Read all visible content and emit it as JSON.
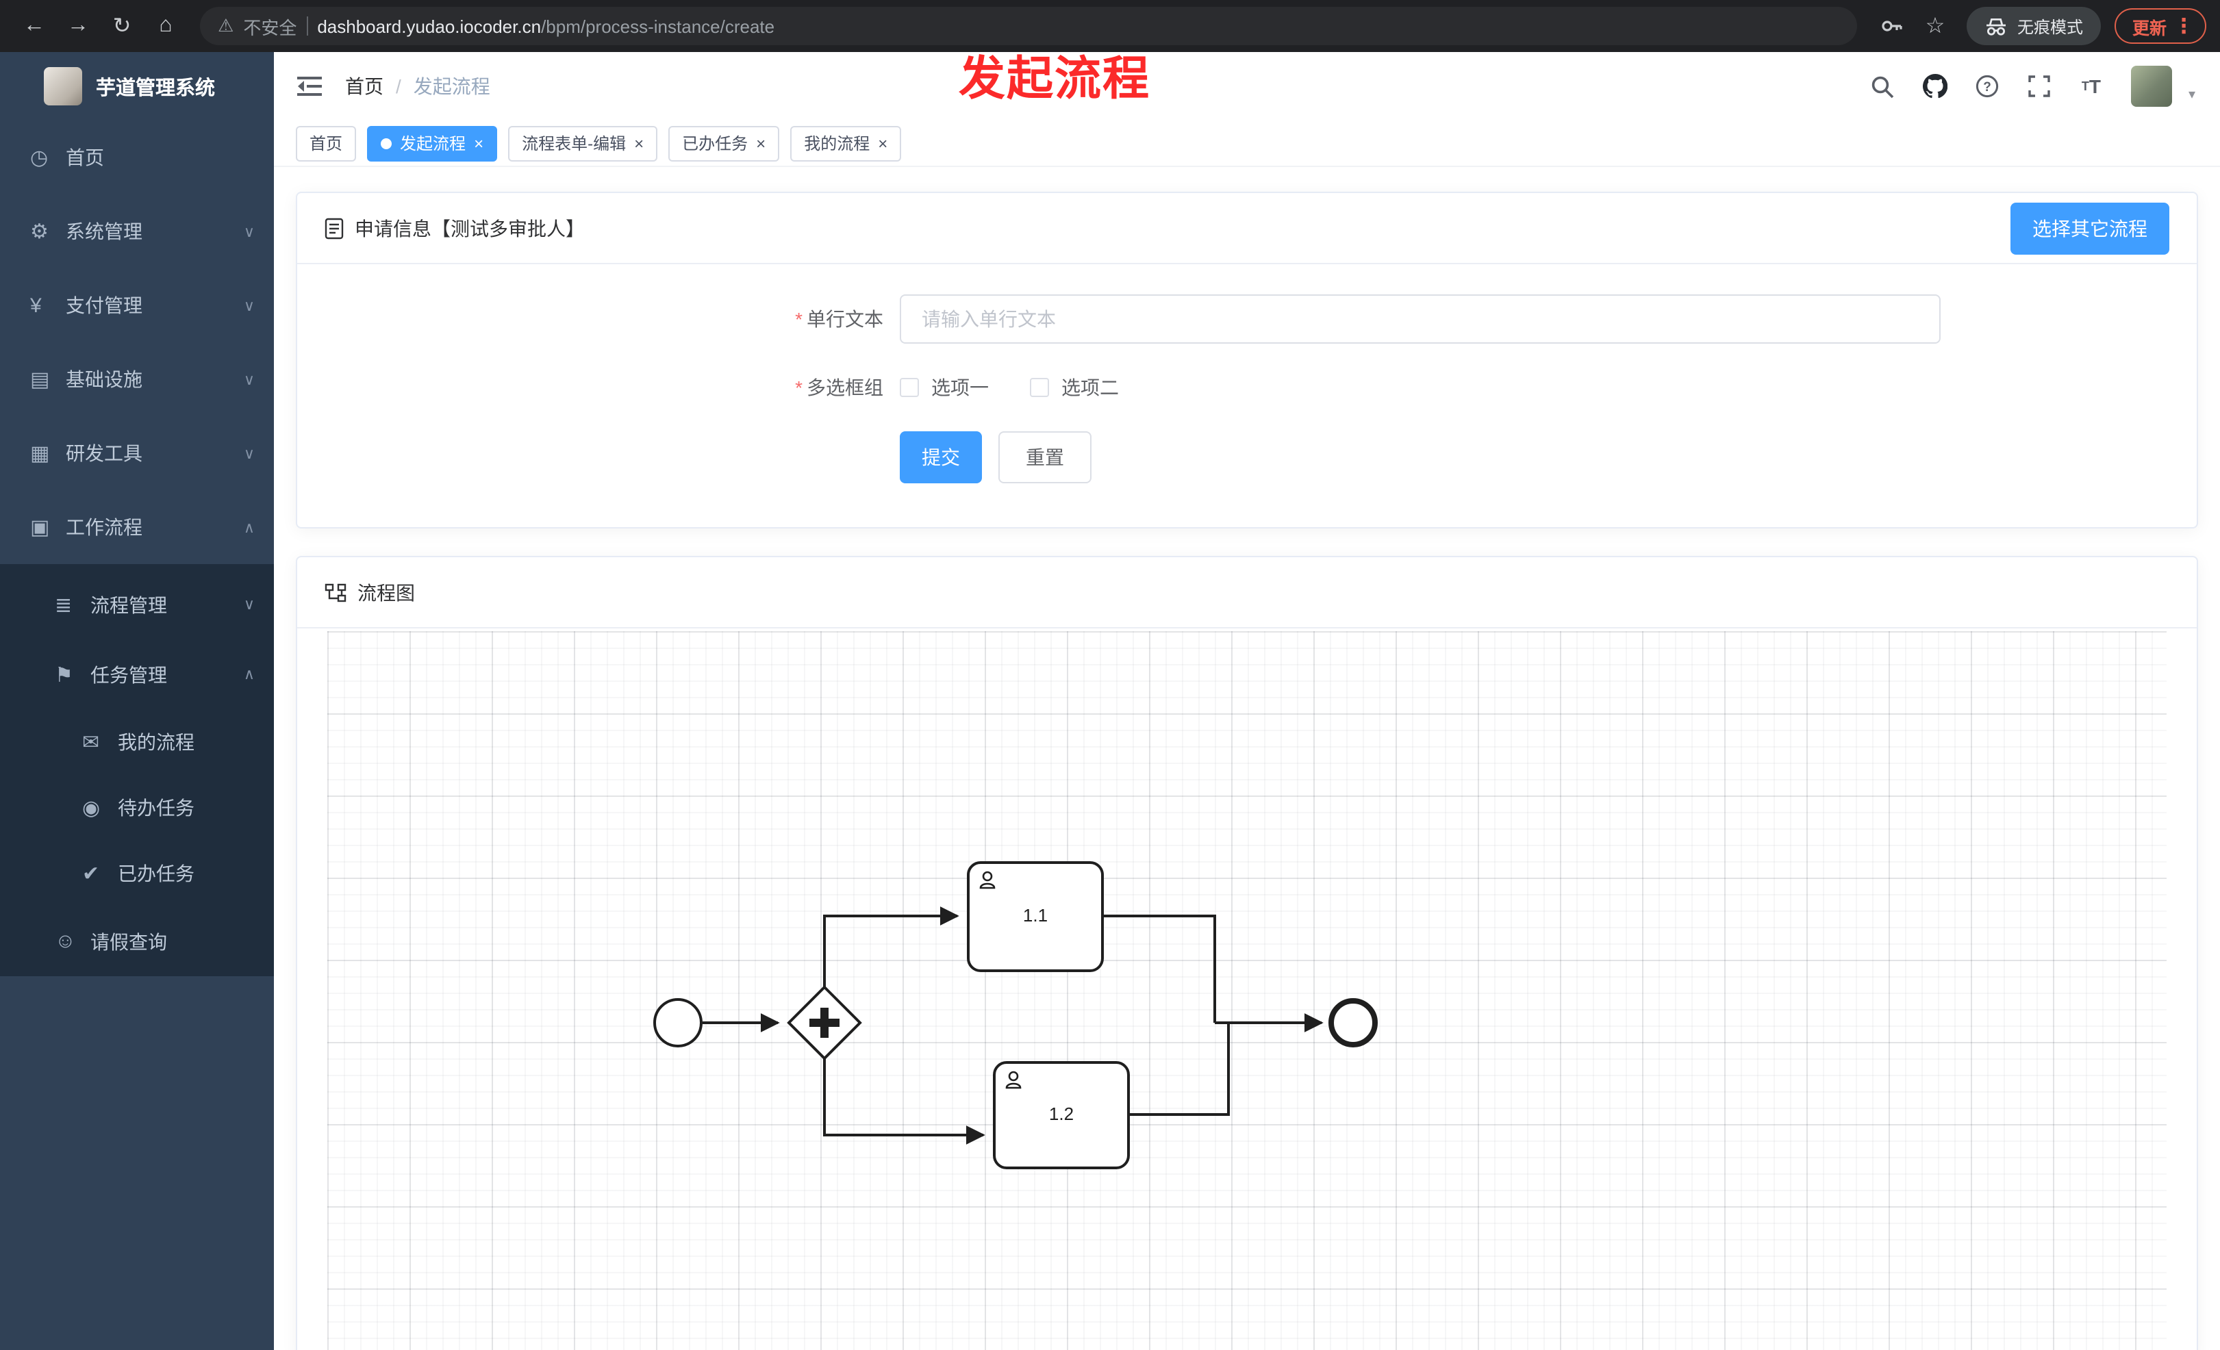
{
  "browser": {
    "security_label": "不安全",
    "url_host": "dashboard.yudao.iocoder.cn",
    "url_path": "/bpm/process-instance/create",
    "incognito_label": "无痕模式",
    "update_label": "更新"
  },
  "annotation_text": "发起流程",
  "sidebar": {
    "logo_title": "芋道管理系统",
    "items": [
      {
        "label": "首页",
        "icon": "dashboard-icon"
      },
      {
        "label": "系统管理",
        "icon": "gear-icon",
        "chevron": "down"
      },
      {
        "label": "支付管理",
        "icon": "yen-icon",
        "chevron": "down"
      },
      {
        "label": "基础设施",
        "icon": "monitor-icon",
        "chevron": "down"
      },
      {
        "label": "研发工具",
        "icon": "tools-icon",
        "chevron": "down"
      },
      {
        "label": "工作流程",
        "icon": "workflow-icon",
        "chevron": "up"
      },
      {
        "label": "流程管理",
        "icon": "list-icon",
        "chevron": "down"
      },
      {
        "label": "任务管理",
        "icon": "flag-icon",
        "chevron": "up"
      },
      {
        "label": "我的流程",
        "icon": "message-icon"
      },
      {
        "label": "待办任务",
        "icon": "eye-icon"
      },
      {
        "label": "已办任务",
        "icon": "check-icon"
      },
      {
        "label": "请假查询",
        "icon": "user-icon"
      }
    ]
  },
  "breadcrumb": {
    "home": "首页",
    "current": "发起流程"
  },
  "tabs": [
    {
      "label": "首页",
      "active": false,
      "closable": false
    },
    {
      "label": "发起流程",
      "active": true,
      "closable": true
    },
    {
      "label": "流程表单-编辑",
      "active": false,
      "closable": true
    },
    {
      "label": "已办任务",
      "active": false,
      "closable": true
    },
    {
      "label": "我的流程",
      "active": false,
      "closable": true
    }
  ],
  "form_card": {
    "title": "申请信息【测试多审批人】",
    "select_other_button": "选择其它流程",
    "required_mark": "*",
    "text_field": {
      "label": "单行文本",
      "placeholder": "请输入单行文本",
      "value": ""
    },
    "checkbox_group": {
      "label": "多选框组",
      "options": [
        {
          "label": "选项一",
          "checked": false
        },
        {
          "label": "选项二",
          "checked": false
        }
      ]
    },
    "submit_button": "提交",
    "reset_button": "重置"
  },
  "diagram_card": {
    "title": "流程图",
    "nodes": [
      {
        "type": "start-event"
      },
      {
        "type": "parallel-gateway"
      },
      {
        "type": "user-task",
        "label": "1.1"
      },
      {
        "type": "user-task",
        "label": "1.2"
      },
      {
        "type": "end-event"
      }
    ]
  },
  "colors": {
    "accent": "#409eff",
    "sidebar_bg": "#304156",
    "submenu_bg": "#1f2d3d",
    "annotation_red": "#fb2a2a",
    "danger": "#f56c6c"
  },
  "icons": {
    "back": "←",
    "forward": "→",
    "refresh": "↻",
    "home": "⌂",
    "warning": "⚠",
    "star": "☆",
    "dots": "⋮",
    "close": "×",
    "caret": "▾",
    "breadcrumb_sep": "/",
    "question": "?",
    "dashboard": "◷",
    "gear": "⚙",
    "yen": "¥",
    "monitor": "▤",
    "tools": "▦",
    "workflow": "▣",
    "list": "≣",
    "flag": "⚑",
    "message": "✉",
    "eye": "◉",
    "check": "✔",
    "user": "☺",
    "chevron_down": "∨",
    "chevron_up": "∧"
  }
}
